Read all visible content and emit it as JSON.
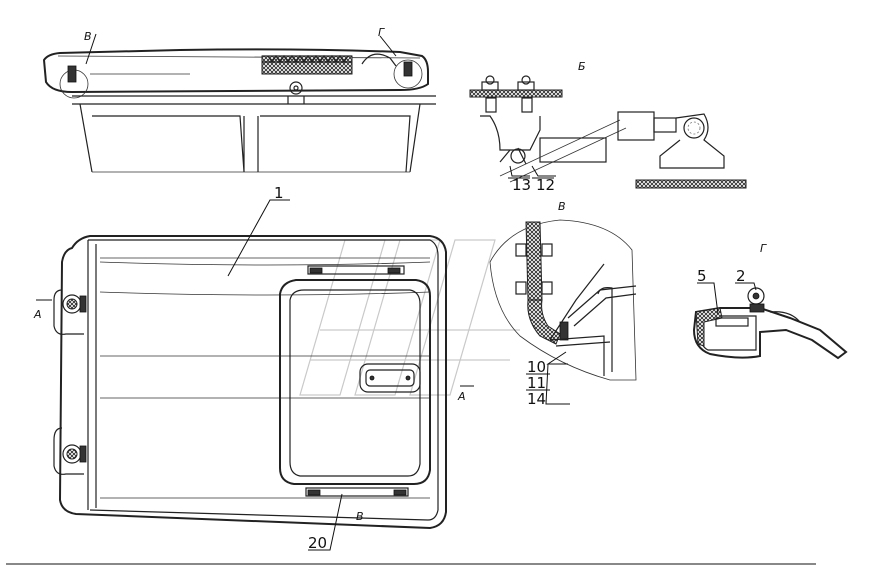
{
  "section_labels": {
    "top_view_v": "В",
    "top_view_g": "Г",
    "detail_b": "Б",
    "detail_v": "В",
    "detail_g": "Г",
    "view_a_left": "А",
    "view_a_mid": "А",
    "view_v_bottom": "В"
  },
  "part_numbers": {
    "p1": "1",
    "p2": "2",
    "p5": "5",
    "p10": "10",
    "p11": "11",
    "p12": "12",
    "p13": "13",
    "p14": "14",
    "p20": "20"
  }
}
